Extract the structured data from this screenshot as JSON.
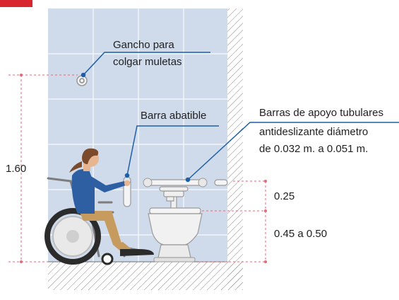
{
  "callouts": {
    "hook_line1": "Gancho para",
    "hook_line2": "colgar muletas",
    "folding_bar": "Barra abatible",
    "grab_bars_line1": "Barras de apoyo tubulares",
    "grab_bars_line2": "antideslizante diámetro",
    "grab_bars_line3": "de 0.032 m. a 0.051 m."
  },
  "dimensions": {
    "total_height": "1.60",
    "bar_offset": "0.25",
    "bar_height": "0.45 a 0.50"
  },
  "colors": {
    "wall": "#cfdaea",
    "tile_grid": "#ffffff",
    "hatch": "#8a8a8a",
    "callout_line": "#1d5fa8",
    "dimension_line": "#e06a7a",
    "brand_tab": "#d7262e",
    "hair": "#7a4a2a",
    "shirt": "#2f5fa3",
    "pants": "#c79b5d",
    "skin": "#e7b58f",
    "wheel": "#2b2b2b",
    "toilet": "#ececec"
  }
}
